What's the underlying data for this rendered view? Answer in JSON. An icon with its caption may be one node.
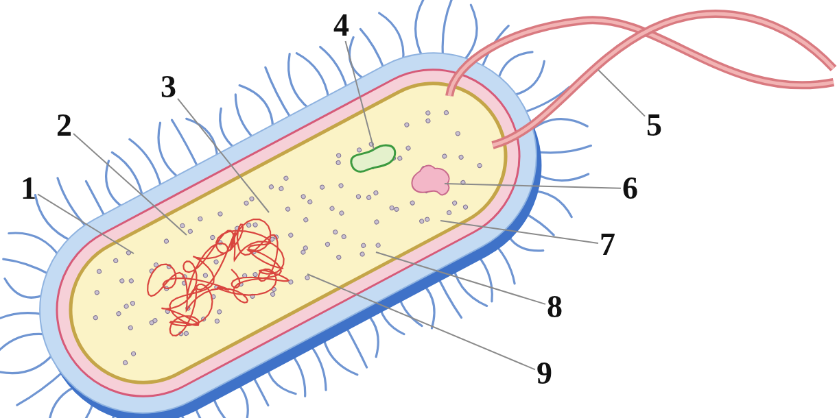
{
  "diagram": {
    "nodes": [
      {
        "text": [
          "1"
        ]
      },
      {
        "text": [
          "2"
        ]
      },
      {
        "text": [
          "3"
        ]
      },
      {
        "text": [
          "4"
        ]
      },
      {
        "text": [
          "5"
        ]
      },
      {
        "text": [
          "6"
        ]
      },
      {
        "text": [
          "7"
        ]
      },
      {
        "text": [
          "8"
        ]
      },
      {
        "text": [
          "9"
        ]
      }
    ],
    "edges": [
      {
        "from": 0,
        "to": null,
        "arrow": "none"
      },
      {
        "from": 1,
        "to": null,
        "arrow": "none"
      },
      {
        "from": 2,
        "to": null,
        "arrow": "none"
      },
      {
        "from": 3,
        "to": null,
        "arrow": "none"
      },
      {
        "from": 4,
        "to": null,
        "arrow": "none"
      },
      {
        "from": 5,
        "to": null,
        "arrow": "none"
      },
      {
        "from": 6,
        "to": null,
        "arrow": "none"
      },
      {
        "from": 7,
        "to": null,
        "arrow": "none"
      },
      {
        "from": 8,
        "to": null,
        "arrow": "none"
      }
    ]
  }
}
